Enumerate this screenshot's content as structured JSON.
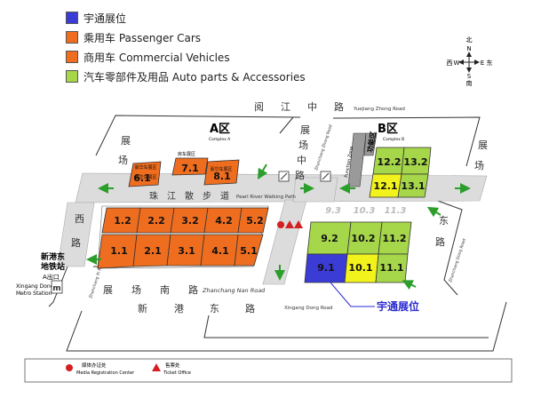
{
  "legend": [
    {
      "label": "宇通展位",
      "color": "#3b3bd6"
    },
    {
      "label": "乘用车 Passenger Cars",
      "color": "#ef6d1f"
    },
    {
      "label": "商用车 Commercial Vehicles",
      "color": "#ef6d1f"
    },
    {
      "label": "汽车零部件及用品 Auto parts & Accessories",
      "color": "#a6d64a"
    }
  ],
  "compass": {
    "north": "北",
    "north_letter": "N",
    "south": "南",
    "south_letter": "S",
    "west": "西",
    "west_letter": "W",
    "east": "东",
    "east_letter": "E"
  },
  "roads": {
    "top_cn": [
      "阅",
      "江",
      "中",
      "路"
    ],
    "top_en": "Yuejiang Zhong Road",
    "left_cn": [
      "展",
      "场"
    ],
    "mid_cn": [
      "展",
      "场",
      "中",
      "路"
    ],
    "mid_en": "Zhanchang Zhong Road",
    "right_cn": [
      "展",
      "场"
    ],
    "walk_cn": [
      "珠",
      "江",
      "散",
      "步",
      "道"
    ],
    "walk_en": "Pearl River Walking Path",
    "west_cn": [
      "西",
      "路"
    ],
    "west_en": "Zhanchang Xi Road",
    "east_cn": [
      "东",
      "路"
    ],
    "east_en": "Zhanchang Dong Road",
    "nan_cn": [
      "展",
      "场",
      "南",
      "路"
    ],
    "nan_en": "Zhanchang Nan Road",
    "xingang_cn": [
      "新",
      "港",
      "东",
      "路"
    ],
    "xingang_en": "Xingang Dong Road",
    "function_zone": "Function Zone"
  },
  "zones": {
    "a_title": "A区",
    "a_sub": "Complex A",
    "b_title": "B区",
    "b_sub": "Complex B",
    "luxury1": "豪华车展区",
    "luxury2": "豪华车展区",
    "luxury3": "豪华车展区",
    "coach": "房车展区",
    "func_hall": "功能区"
  },
  "halls_a": [
    "6.1",
    "7.1",
    "8.1",
    "1.2",
    "2.2",
    "3.2",
    "4.2",
    "5.2",
    "1.1",
    "2.1",
    "3.1",
    "4.1",
    "5.1"
  ],
  "halls_b": [
    "12.2",
    "13.2",
    "12.1",
    "13.1",
    "9.3",
    "10.3",
    "11.3",
    "9.2",
    "10.2",
    "11.2",
    "9.1",
    "10.1",
    "11.1"
  ],
  "metro": {
    "name_cn": "新港东",
    "name_cn2": "地铁站",
    "exit": "A出口",
    "name_en": "Xingang Dong",
    "name_en2": "Metro Station"
  },
  "callout": "宇通展位",
  "footer": {
    "media_cn": "媒体办证处",
    "media_en": "Media Registration Center",
    "ticket_cn": "售票处",
    "ticket_en": "Ticket Office"
  },
  "colors": {
    "orange": "#ef6d1f",
    "green": "#a6d64a",
    "yellow": "#f2f21c",
    "blue": "#3b3bd6",
    "gray": "#9a9a9a",
    "road": "#dcdcdc",
    "arrow": "#2c9e2c",
    "marker": "#d42020",
    "callout": "#2a2ad0"
  }
}
